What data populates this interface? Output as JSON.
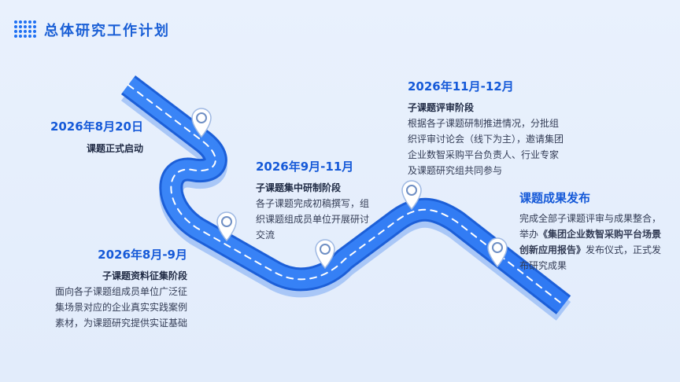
{
  "header": {
    "title": "总体研究工作计划"
  },
  "milestones": [
    {
      "date": "2026年8月20日",
      "stage": "课题正式启动",
      "desc": ""
    },
    {
      "date": "2026年8月-9月",
      "stage": "子课题资料征集阶段",
      "desc": "面向各子课题组成员单位广泛征集场景对应的企业真实实践案例素材，为课题研究提供实证基础"
    },
    {
      "date": "2026年9月-11月",
      "stage": "子课题集中研制阶段",
      "desc": "各子课题完成初稿撰写，组织课题组成员单位开展研讨交流"
    },
    {
      "date": "2026年11月-12月",
      "stage": "子课题评审阶段",
      "desc": "根据各子课题研制推进情况，分批组织评审讨论会（线下为主），邀请集团企业数智采购平台负责人、行业专家及课题研究组共同参与"
    },
    {
      "date": "课题成果发布",
      "desc_pre": "完成全部子课题评审与成果整合，举办",
      "desc_bold": "《集团企业数智采购平台场景创新应用报告》",
      "desc_post": "发布仪式，正式发布研究成果"
    }
  ],
  "colors": {
    "accent": "#1d6ff2",
    "road": "#2a7df5",
    "road_edge": "#1c5fd8",
    "road_side": "#8fb6f5"
  }
}
